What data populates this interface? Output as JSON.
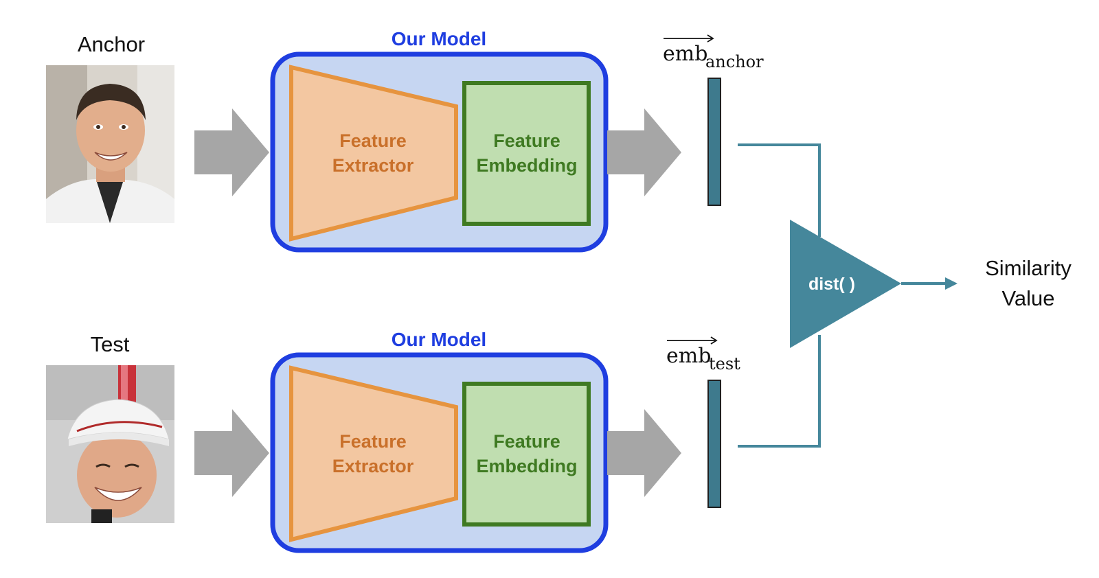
{
  "colors": {
    "model_border": "#1f3ee0",
    "model_fill": "#c6d6f2",
    "extractor_fill": "#f3c7a1",
    "extractor_stroke": "#e6943f",
    "extractor_text": "#c9702a",
    "embedding_fill": "#c0deb0",
    "embedding_stroke": "#3f7a22",
    "embedding_text": "#3f7a22",
    "arrow_gray": "#a6a6a6",
    "teal": "#45879b",
    "vector_fill": "#3e7a8d",
    "title_blue": "#1f3ee0"
  },
  "inputs": {
    "anchor_label": "Anchor",
    "test_label": "Test"
  },
  "model": {
    "title": "Our Model",
    "extractor_line1": "Feature",
    "extractor_line2": "Extractor",
    "embedding_line1": "Feature",
    "embedding_line2": "Embedding"
  },
  "embeddings": {
    "anchor_base": "emb",
    "anchor_sub": "anchor",
    "test_base": "emb",
    "test_sub": "test"
  },
  "distance": {
    "label": "dist( )"
  },
  "output": {
    "line1": "Similarity",
    "line2": "Value"
  },
  "icons": {
    "anchor_photo": "face-photo-icon",
    "test_photo": "face-photo-icon"
  }
}
